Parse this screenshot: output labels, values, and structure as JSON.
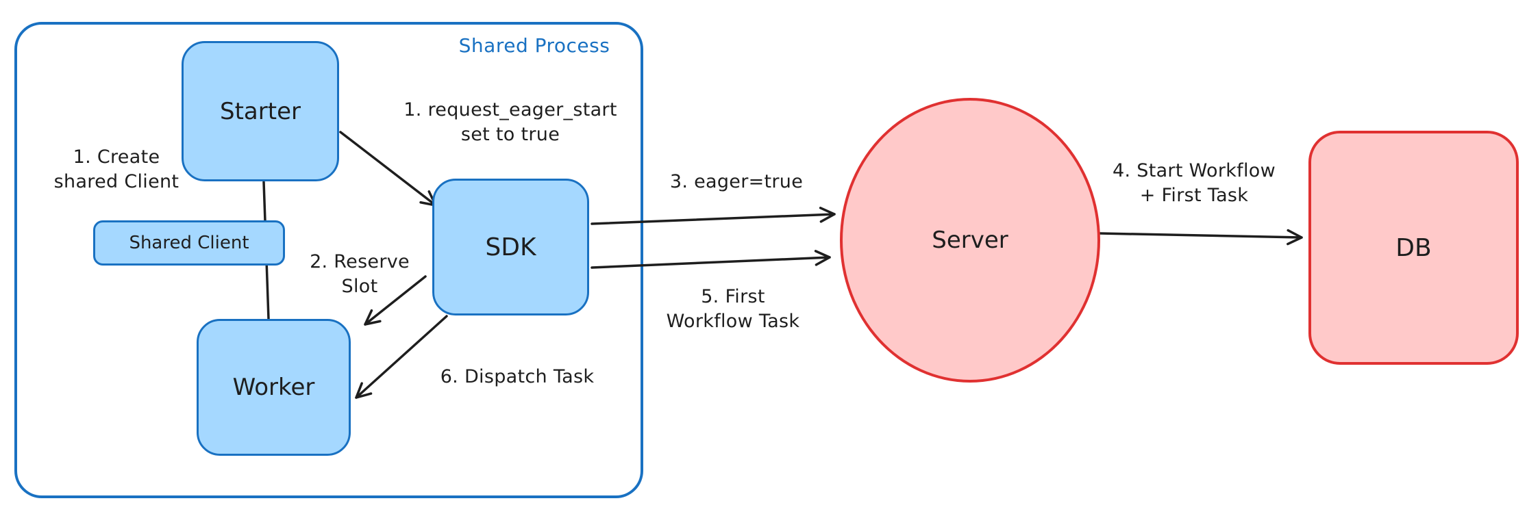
{
  "colors": {
    "blue_stroke": "#1971c2",
    "blue_fill": "#a5d8ff",
    "red_stroke": "#e03131",
    "red_fill": "#ffc9c9",
    "text": "#1e1e1e",
    "background": "#ffffff"
  },
  "shared_process": {
    "label": "Shared Process",
    "nodes": {
      "starter": "Starter",
      "shared_client": "Shared Client",
      "worker": "Worker",
      "sdk": "SDK"
    }
  },
  "external_nodes": {
    "server": "Server",
    "db": "DB"
  },
  "annotations": {
    "create_shared_client": "1. Create\nshared Client",
    "request_eager_start": "1. request_eager_start\nset to true",
    "reserve_slot": "2. Reserve\nSlot",
    "eager_true": "3. eager=true",
    "start_workflow": "4. Start Workflow\n+ First Task",
    "first_workflow_task": "5. First\nWorkflow Task",
    "dispatch_task": "6. Dispatch Task"
  }
}
